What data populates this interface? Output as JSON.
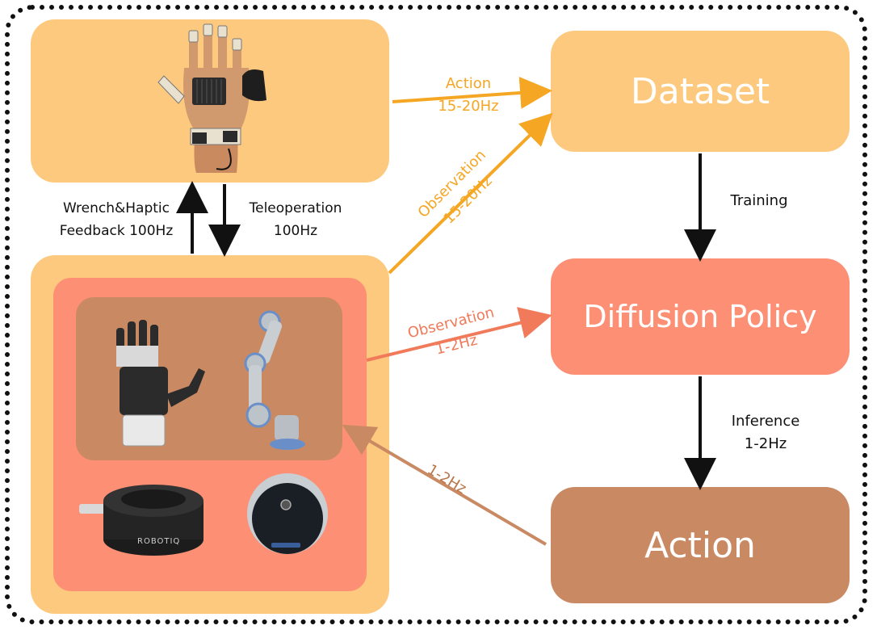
{
  "colors": {
    "light_orange": "#fdc97e",
    "salmon": "#fd8f74",
    "brown": "#c98a63",
    "dark_brown": "#b8764a",
    "arrow_orange": "#f5a623",
    "arrow_red": "#f07a5a",
    "arrow_brown": "#c98a63",
    "black": "#111111"
  },
  "nodes": {
    "dataset": "Dataset",
    "diffusion_policy": "Diffusion Policy",
    "action": "Action"
  },
  "edges": {
    "action_label": "Action",
    "action_rate": "15-20Hz",
    "observation_label": "Observation",
    "observation_rate": "15-20Hz",
    "observation_low_label": "Observation",
    "observation_low_rate": "1-2Hz",
    "feedback_rate": "1-2Hz",
    "training": "Training",
    "inference_label": "Inference",
    "inference_rate": "1-2Hz",
    "wrench_line1": "Wrench&Haptic",
    "wrench_line2": "Feedback 100Hz",
    "teleop_line1": "Teleoperation",
    "teleop_line2": "100Hz"
  },
  "images": {
    "glove": "haptic-glove-exoskeleton",
    "robot_hand": "robotic-hand",
    "robot_arm": "ur-robot-arm",
    "ft_sensor": "robotiq-ft-sensor",
    "camera": "realsense-camera"
  },
  "logo_text": {
    "sensor_brand": "ROBOTIQ"
  }
}
